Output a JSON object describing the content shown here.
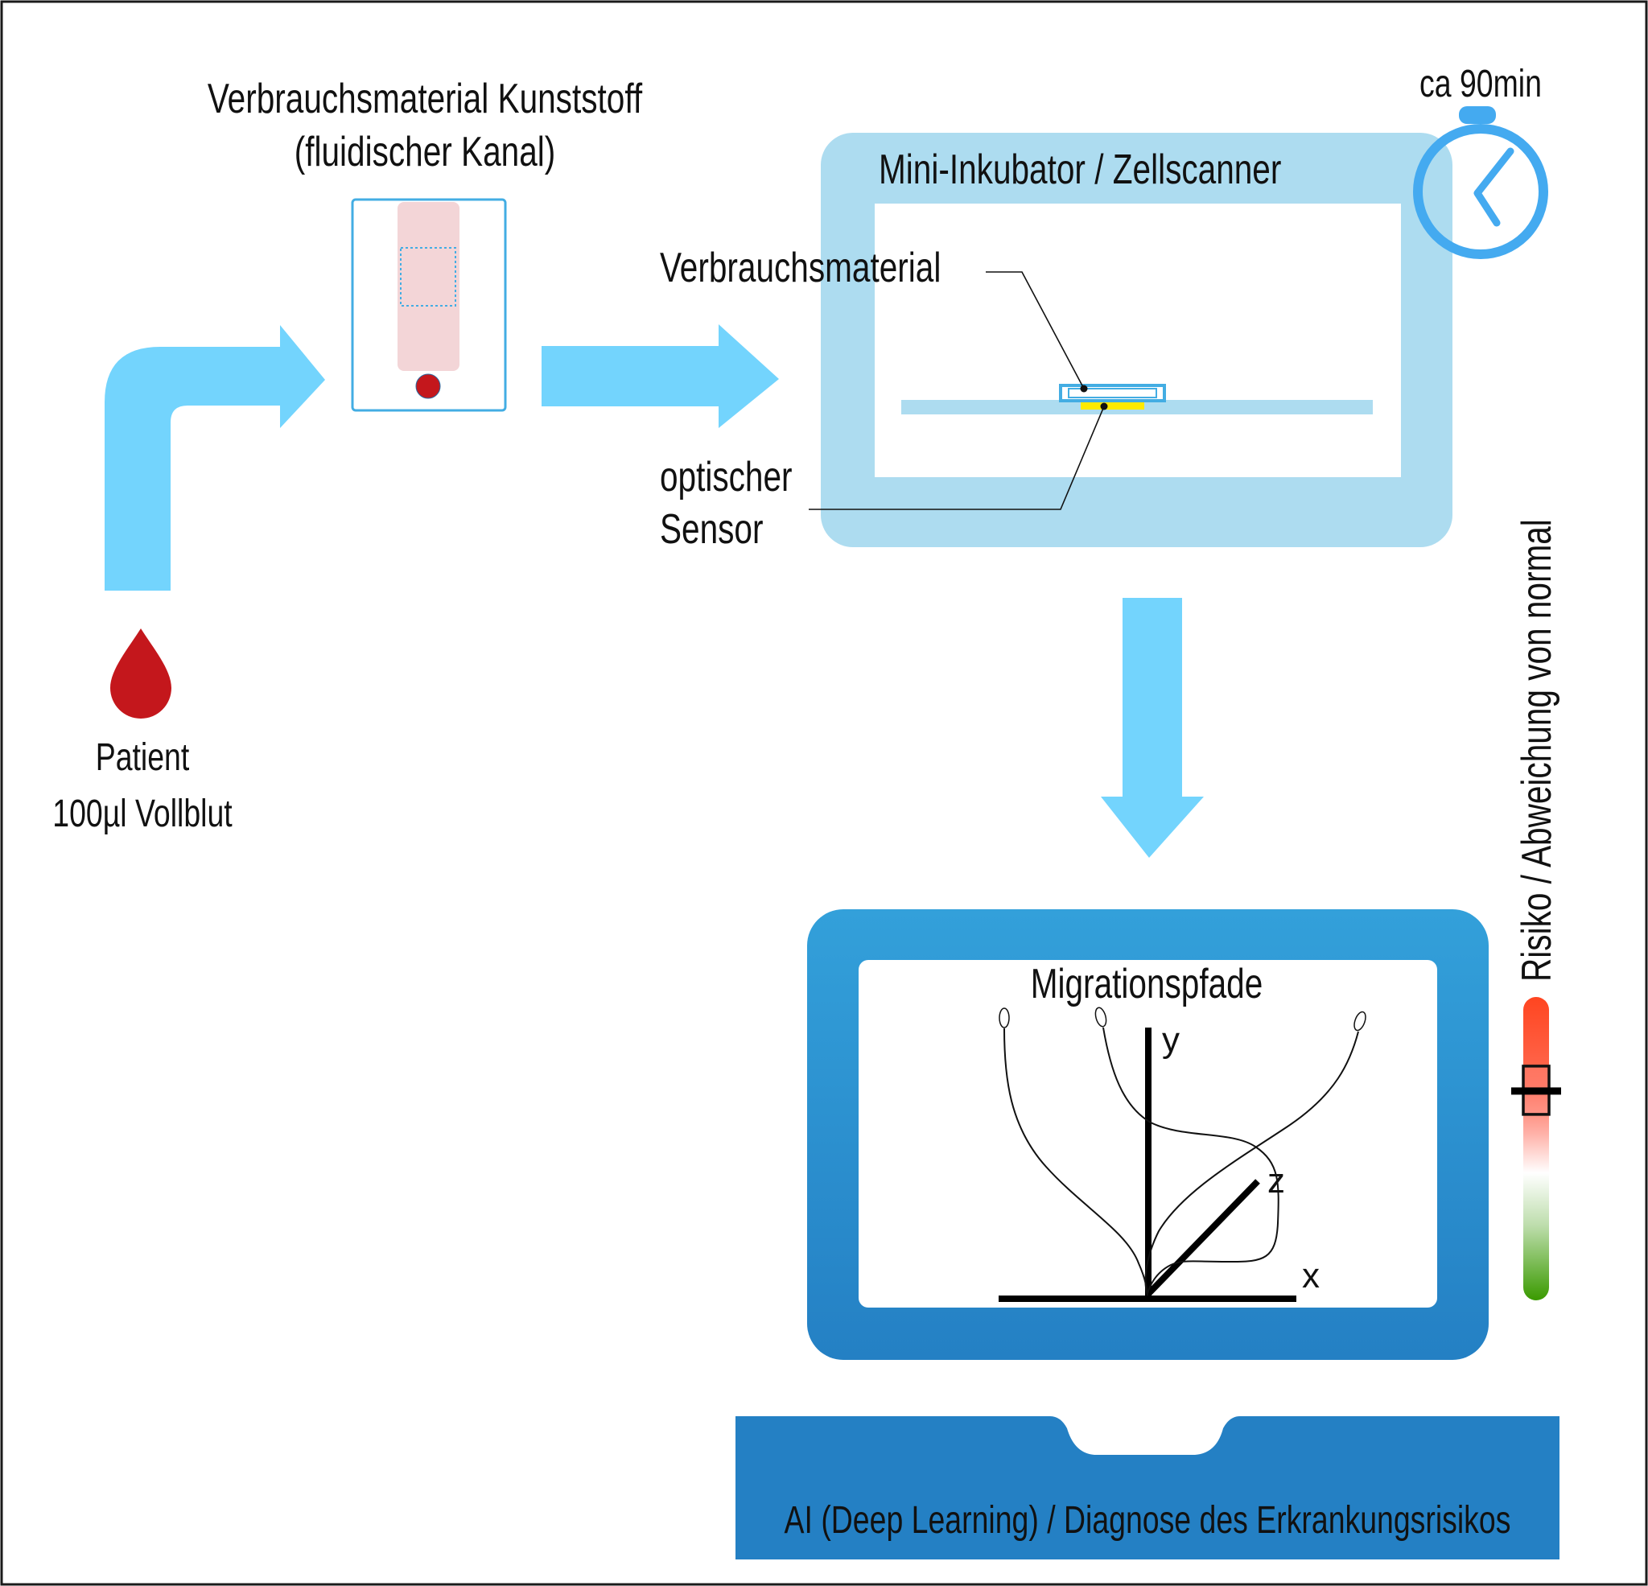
{
  "colors": {
    "arrow": "#73d4fd",
    "incubator": "#addcf0",
    "cartridge_frame": "#43ade3",
    "cartridge_channel": "#f3d5d7",
    "blood": "#c4171c",
    "sensor": "#ffea00",
    "stopwatch": "#44aaf0",
    "laptop_top": "#33a0da",
    "laptop_bottom": "#2480c4",
    "risk_high": "#ff4520",
    "risk_low": "#3a9a00"
  },
  "cartridge": {
    "title_line1": "Verbrauchsmaterial Kunststoff",
    "title_line2": "(fluidischer Kanal)"
  },
  "patient": {
    "label_line1": "Patient",
    "label_line2": "100µl Vollblut"
  },
  "incubator": {
    "title": "Mini-Inkubator / Zellscanner",
    "callout_consumable": "Verbrauchsmaterial",
    "callout_sensor_line1": "optischer",
    "callout_sensor_line2": "Sensor"
  },
  "timer": {
    "label": "ca 90min"
  },
  "laptop": {
    "screen_title": "Migrationspfade",
    "axis_x": "x",
    "axis_y": "y",
    "axis_z": "z",
    "caption": "AI (Deep Learning) / Diagnose des Erkrankungsrisikos"
  },
  "risk_scale": {
    "label": "Risiko / Abweichung von normal",
    "marker_level": 0.69
  }
}
